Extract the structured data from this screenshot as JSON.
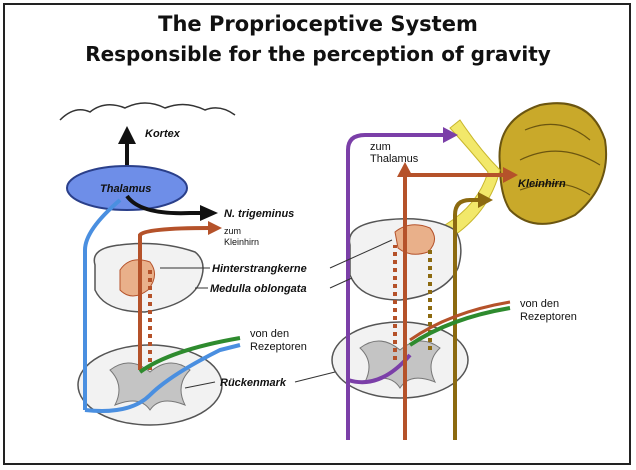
{
  "title": {
    "line1": "The Proprioceptive System",
    "line2": "Responsible for the perception of gravity"
  },
  "labels": {
    "kortex": "Kortex",
    "thalamus": "Thalamus",
    "n_trigeminus": "N. trigeminus",
    "zum_kleinhirn_1": "zum",
    "zum_kleinhirn_2": "Kleinhirn",
    "hinterstrangkerne": "Hinterstrangkerne",
    "medulla": "Medulla oblongata",
    "von_den_1a": "von den",
    "von_den_1b": "Rezeptoren",
    "rueckenmark": "Rückenmark",
    "zum_thalamus_1": "zum",
    "zum_thalamus_2": "Thalamus",
    "kleinhirn": "Kleinhirn",
    "von_den_2a": "von den",
    "von_den_2b": "Rezeptoren"
  },
  "colors": {
    "blue": "#4a8fe0",
    "brown": "#b5522a",
    "green": "#2e8b2e",
    "purple": "#7b3fa8",
    "olive": "#8c6a10",
    "yellow": "#f2e86a",
    "thalamus": "#6e8ee8",
    "cerebellum": "#c9a92a"
  }
}
